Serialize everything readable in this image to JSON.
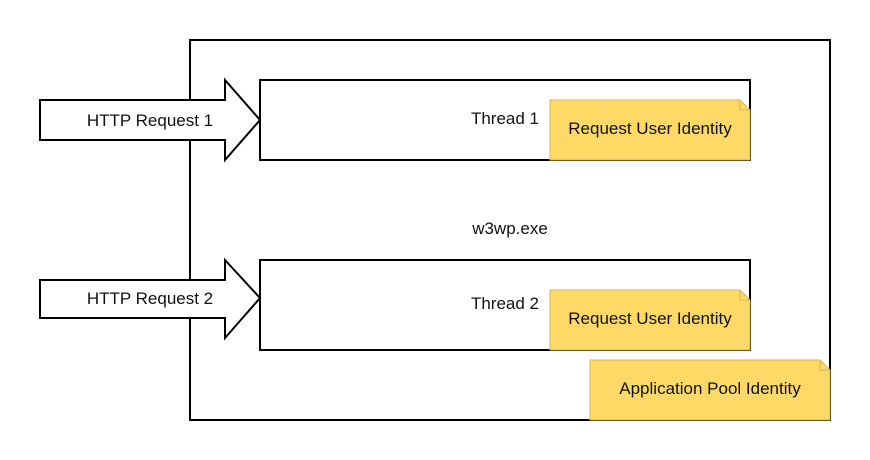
{
  "process": {
    "label": "w3wp.exe"
  },
  "requests": [
    {
      "label": "HTTP Request 1"
    },
    {
      "label": "HTTP Request 2"
    }
  ],
  "threads": [
    {
      "label": "Thread 1",
      "note": "Request User Identity"
    },
    {
      "label": "Thread 2",
      "note": "Request User Identity"
    }
  ],
  "pool_note": {
    "label": "Application Pool Identity"
  },
  "colors": {
    "note_fill": "#FFD966",
    "note_stroke": "#D6B656",
    "stroke": "#000000"
  }
}
